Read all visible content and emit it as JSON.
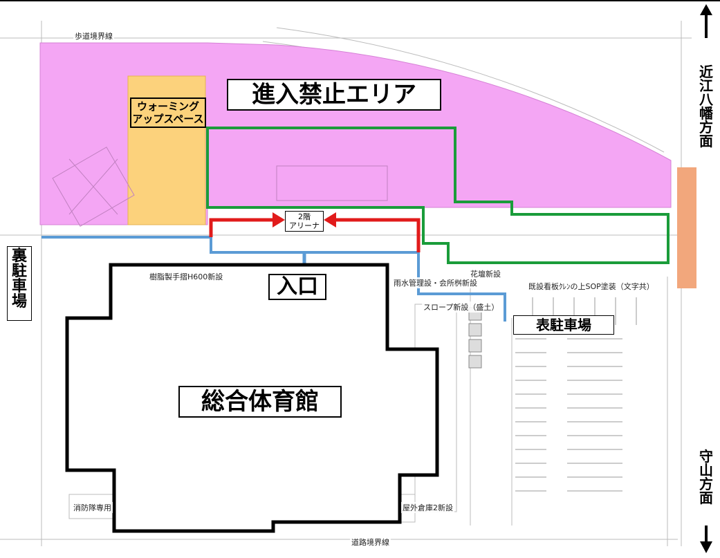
{
  "labels": {
    "restricted_area": "進入禁止エリア",
    "warmup_space": [
      "ウォーミング",
      "アップスペース"
    ],
    "arena_2f": [
      "2階",
      "アリーナ"
    ],
    "entrance": "入口",
    "front_parking": "表駐車場",
    "gymnasium": "総合体育館",
    "back_parking": [
      "裏",
      "駐",
      "車",
      "場"
    ],
    "to_omihachiman": [
      "近",
      "江",
      "八",
      "幡",
      "方",
      "面"
    ],
    "to_moriyama": [
      "守",
      "山",
      "方",
      "面"
    ]
  },
  "plan_text": {
    "hanadan": "花壇新設",
    "slope": "スロープ新設（盛土）",
    "rain_management": "雨水管理設・会所桝新設",
    "handrail": "樹脂製手摺H600新設",
    "signboard": "既設看板ｸﾚﾝの上SOP塗装（文字共）",
    "storage": "屋外倉庫2新設",
    "ped_road": "歩道境界線",
    "road_boundary": "道路境界線",
    "fire_lane": "消防隊専用"
  },
  "colors": {
    "restricted_fill": "#f4a6f4",
    "warmup_fill": "#fcd27c",
    "green_boundary": "#1a9c3a",
    "red_arrow": "#e11b1b",
    "blue_path": "#5b9bd5",
    "orange_strip": "#f2a77c",
    "building_outline": "#000000"
  },
  "icons": {
    "north_arrow": "arrow-up-icon",
    "south_arrow": "arrow-down-icon",
    "entrance_arrow": "arrow-down-icon"
  }
}
